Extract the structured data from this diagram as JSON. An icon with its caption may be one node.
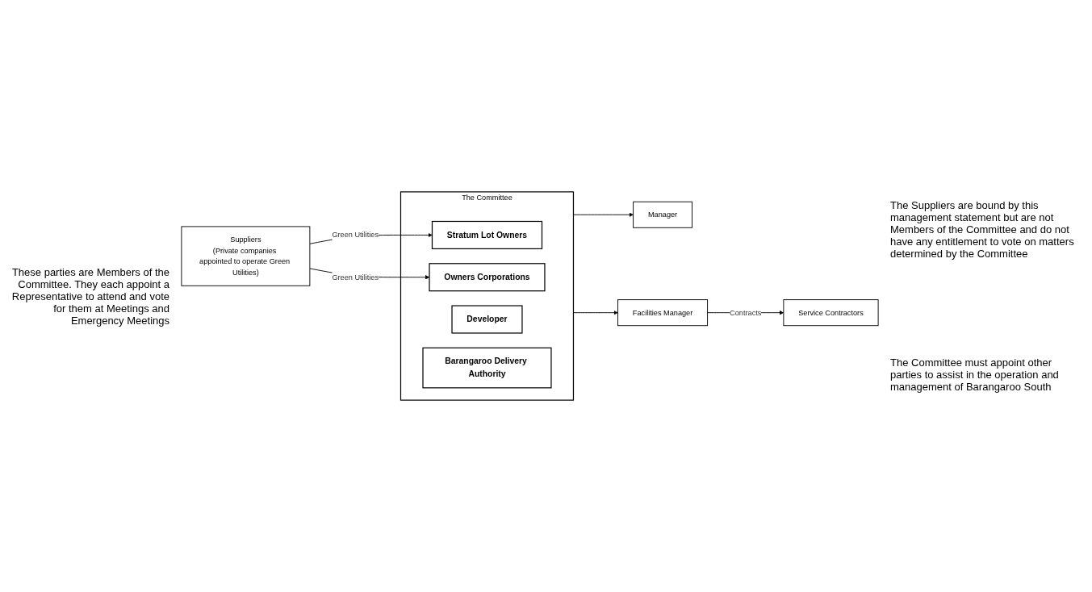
{
  "diagram": {
    "nodes": [
      {
        "text": [
          "The Committee"
        ]
      },
      {
        "text": [
          "Stratum Lot Owners"
        ],
        "in": 0
      },
      {
        "text": [
          "Owners Corporations"
        ],
        "in": 0
      },
      {
        "text": [
          "Developer"
        ],
        "in": 0
      },
      {
        "text": [
          "Barangaroo Delivery Authority"
        ],
        "in": 0
      },
      {
        "text": [
          "Suppliers",
          "(Private companies appointed to operate Green Utilities)"
        ]
      },
      {
        "text": [
          "Manager"
        ]
      },
      {
        "text": [
          "Facilities Manager"
        ]
      },
      {
        "text": [
          "Service Contractors"
        ]
      }
    ],
    "edges": [
      {
        "from": 5,
        "to": 1,
        "arrow": "to",
        "label": "Green Utilities"
      },
      {
        "from": 5,
        "to": 2,
        "arrow": "to",
        "label": "Green Utilities"
      },
      {
        "from": 0,
        "to": 6,
        "arrow": "to"
      },
      {
        "from": 0,
        "to": 7,
        "arrow": "to"
      },
      {
        "from": 7,
        "to": 8,
        "arrow": "to",
        "label": "Contracts"
      }
    ],
    "labels": [
      "These parties are Members of the Committee. They each appoint a Representative to attend and vote for them at Meetings and Emergency Meetings",
      "The Suppliers are bound by this management statement but are not Members of the Committee and do not have any entitlement to vote on matters determined by the Committee",
      "The Committee must appoint other parties to assist in the operation and management of Barangaroo South"
    ]
  }
}
